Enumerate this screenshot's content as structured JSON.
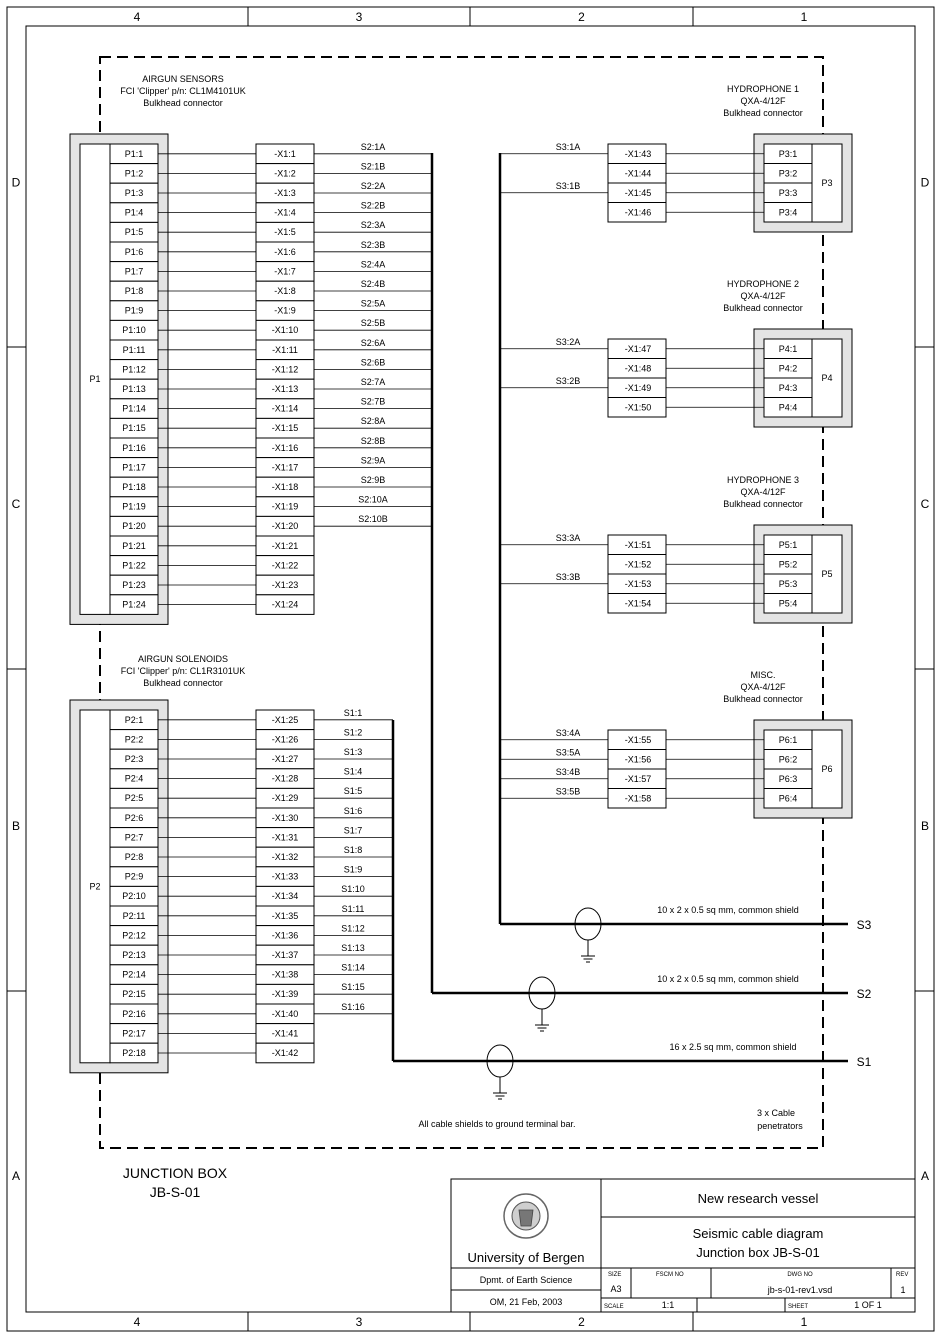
{
  "sheet": {
    "columns": [
      "4",
      "3",
      "2",
      "1"
    ],
    "rows": [
      "D",
      "C",
      "B",
      "A"
    ]
  },
  "box_label": [
    "JUNCTION BOX",
    "JB-S-01"
  ],
  "p1": {
    "name": "P1",
    "header": [
      "AIRGUN SENSORS",
      "FCI 'Clipper' p/n: CL1M4101UK",
      "Bulkhead connector"
    ],
    "pins": [
      "P1:1",
      "P1:2",
      "P1:3",
      "P1:4",
      "P1:5",
      "P1:6",
      "P1:7",
      "P1:8",
      "P1:9",
      "P1:10",
      "P1:11",
      "P1:12",
      "P1:13",
      "P1:14",
      "P1:15",
      "P1:16",
      "P1:17",
      "P1:18",
      "P1:19",
      "P1:20",
      "P1:21",
      "P1:22",
      "P1:23",
      "P1:24"
    ],
    "terminals": [
      "-X1:1",
      "-X1:2",
      "-X1:3",
      "-X1:4",
      "-X1:5",
      "-X1:6",
      "-X1:7",
      "-X1:8",
      "-X1:9",
      "-X1:10",
      "-X1:11",
      "-X1:12",
      "-X1:13",
      "-X1:14",
      "-X1:15",
      "-X1:16",
      "-X1:17",
      "-X1:18",
      "-X1:19",
      "-X1:20",
      "-X1:21",
      "-X1:22",
      "-X1:23",
      "-X1:24"
    ],
    "wires": [
      "S2:1A",
      "S2:1B",
      "S2:2A",
      "S2:2B",
      "S2:3A",
      "S2:3B",
      "S2:4A",
      "S2:4B",
      "S2:5A",
      "S2:5B",
      "S2:6A",
      "S2:6B",
      "S2:7A",
      "S2:7B",
      "S2:8A",
      "S2:8B",
      "S2:9A",
      "S2:9B",
      "S2:10A",
      "S2:10B"
    ]
  },
  "p2": {
    "name": "P2",
    "header": [
      "AIRGUN SOLENOIDS",
      "FCI 'Clipper' p/n: CL1R3101UK",
      "Bulkhead connector"
    ],
    "pins": [
      "P2:1",
      "P2:2",
      "P2:3",
      "P2:4",
      "P2:5",
      "P2:6",
      "P2:7",
      "P2:8",
      "P2:9",
      "P2:10",
      "P2:11",
      "P2:12",
      "P2:13",
      "P2:14",
      "P2:15",
      "P2:16",
      "P2:17",
      "P2:18"
    ],
    "terminals": [
      "-X1:25",
      "-X1:26",
      "-X1:27",
      "-X1:28",
      "-X1:29",
      "-X1:30",
      "-X1:31",
      "-X1:32",
      "-X1:33",
      "-X1:34",
      "-X1:35",
      "-X1:36",
      "-X1:37",
      "-X1:38",
      "-X1:39",
      "-X1:40",
      "-X1:41",
      "-X1:42"
    ],
    "wires": [
      "S1:1",
      "S1:2",
      "S1:3",
      "S1:4",
      "S1:5",
      "S1:6",
      "S1:7",
      "S1:8",
      "S1:9",
      "S1:10",
      "S1:11",
      "S1:12",
      "S1:13",
      "S1:14",
      "S1:15",
      "S1:16"
    ]
  },
  "right_connectors": [
    {
      "name": "P3",
      "header": [
        "HYDROPHONE 1",
        "QXA-4/12F",
        "Bulkhead connector"
      ],
      "pins": [
        "P3:1",
        "P3:2",
        "P3:3",
        "P3:4"
      ],
      "terminals": [
        "-X1:43",
        "-X1:44",
        "-X1:45",
        "-X1:46"
      ],
      "wires": [
        "S3:1A",
        "S3:1B"
      ]
    },
    {
      "name": "P4",
      "header": [
        "HYDROPHONE 2",
        "QXA-4/12F",
        "Bulkhead connector"
      ],
      "pins": [
        "P4:1",
        "P4:2",
        "P4:3",
        "P4:4"
      ],
      "terminals": [
        "-X1:47",
        "-X1:48",
        "-X1:49",
        "-X1:50"
      ],
      "wires": [
        "S3:2A",
        "S3:2B"
      ]
    },
    {
      "name": "P5",
      "header": [
        "HYDROPHONE 3",
        "QXA-4/12F",
        "Bulkhead connector"
      ],
      "pins": [
        "P5:1",
        "P5:2",
        "P5:3",
        "P5:4"
      ],
      "terminals": [
        "-X1:51",
        "-X1:52",
        "-X1:53",
        "-X1:54"
      ],
      "wires": [
        "S3:3A",
        "S3:3B"
      ]
    },
    {
      "name": "P6",
      "header": [
        "MISC.",
        "QXA-4/12F",
        "Bulkhead connector"
      ],
      "pins": [
        "P6:1",
        "P6:2",
        "P6:3",
        "P6:4"
      ],
      "terminals": [
        "-X1:55",
        "-X1:56",
        "-X1:57",
        "-X1:58"
      ],
      "wires": [
        "S3:4A",
        "S3:5A",
        "S3:4B",
        "S3:5B"
      ]
    }
  ],
  "cables": [
    {
      "id": "S3",
      "desc": "10 x 2 x 0.5 sq mm, common shield"
    },
    {
      "id": "S2",
      "desc": "10 x 2 x 0.5 sq mm, common shield"
    },
    {
      "id": "S1",
      "desc": "16 x 2.5 sq mm, common shield"
    }
  ],
  "notes": {
    "shields": "All cable shields to ground terminal bar.",
    "penetrators": [
      "3 x Cable",
      "penetrators"
    ]
  },
  "title_block": {
    "project": "New research vessel",
    "title": [
      "Seismic cable diagram",
      "Junction box JB-S-01"
    ],
    "org": "University of Bergen",
    "dept": "Dpmt. of Earth Science",
    "author_date": "OM, 21 Feb, 2003",
    "size_label": "SIZE",
    "size": "A3",
    "fscm_label": "FSCM NO",
    "dwg_label": "DWG NO",
    "dwg": "jb-s-01-rev1.vsd",
    "rev_label": "REV",
    "rev": "1",
    "scale_label": "SCALE",
    "scale": "1:1",
    "sheet_label": "SHEET",
    "sheet": "1 OF 1"
  }
}
